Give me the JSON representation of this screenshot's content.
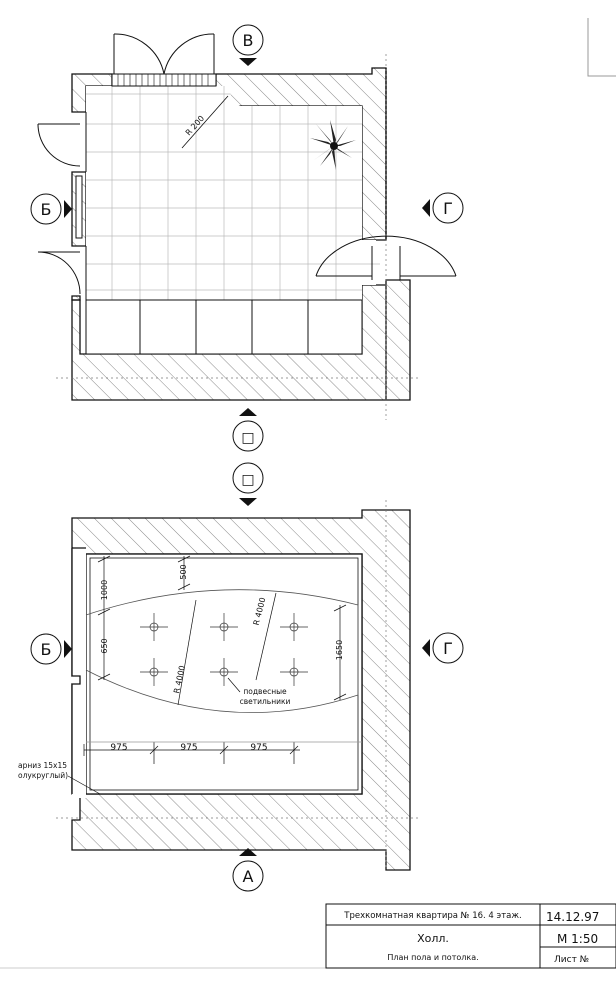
{
  "section_markers": {
    "top_plan": {
      "north": "В",
      "west": "Б",
      "east": "Г",
      "south": "□"
    },
    "ceiling_plan": {
      "north": "□",
      "west": "Б",
      "east": "Г",
      "south": "А"
    }
  },
  "floor_plan": {
    "radius_label": "R 200"
  },
  "ceiling_plan": {
    "dims_vertical_left": [
      "1000",
      "650"
    ],
    "dim_top_inner": "500",
    "dim_right": "1650",
    "radius_labels": [
      "R 4000",
      "R 4000"
    ],
    "dims_horizontal": [
      "975",
      "975",
      "975"
    ],
    "lights_label": [
      "подвесные",
      "светильники"
    ],
    "cornice_label": [
      "арниз 15x15",
      "олукруглый)"
    ]
  },
  "title_block": {
    "project": "Трехкомнатная квартира № 16. 4 этаж.",
    "date": "14.12.97",
    "room": "Холл.",
    "scale": "М 1:50",
    "description": "План пола и потолка.",
    "sheet": "Лист №"
  }
}
